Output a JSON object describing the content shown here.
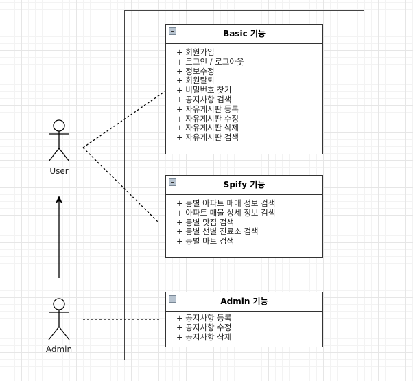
{
  "actors": {
    "user": "User",
    "admin": "Admin"
  },
  "classes": [
    {
      "title": "Basic 기능",
      "items": [
        "+ 회원가입",
        "+ 로그인 / 로그아웃",
        "+ 정보수정",
        "+ 회원탈퇴",
        "+ 비밀번호 찾기",
        "+ 공지사항 검색",
        "+ 자유게시판 등록",
        "+ 자유게시판 수정",
        "+ 자유게시판 삭제",
        "+ 자유게시판 검색"
      ]
    },
    {
      "title": "Spify 기능",
      "items": [
        "+ 동별 아파트 매매 정보 검색",
        "+ 아파트 매물 상세 정보 검색",
        "+ 동별 맛집 검색",
        "+ 동별 선별 진료소 검색",
        "+ 동별 마트 검색"
      ]
    },
    {
      "title": "Admin 기능",
      "items": [
        "+ 공지사항 등록",
        "+ 공지사항 수정",
        "+ 공지사항 삭제"
      ]
    }
  ]
}
